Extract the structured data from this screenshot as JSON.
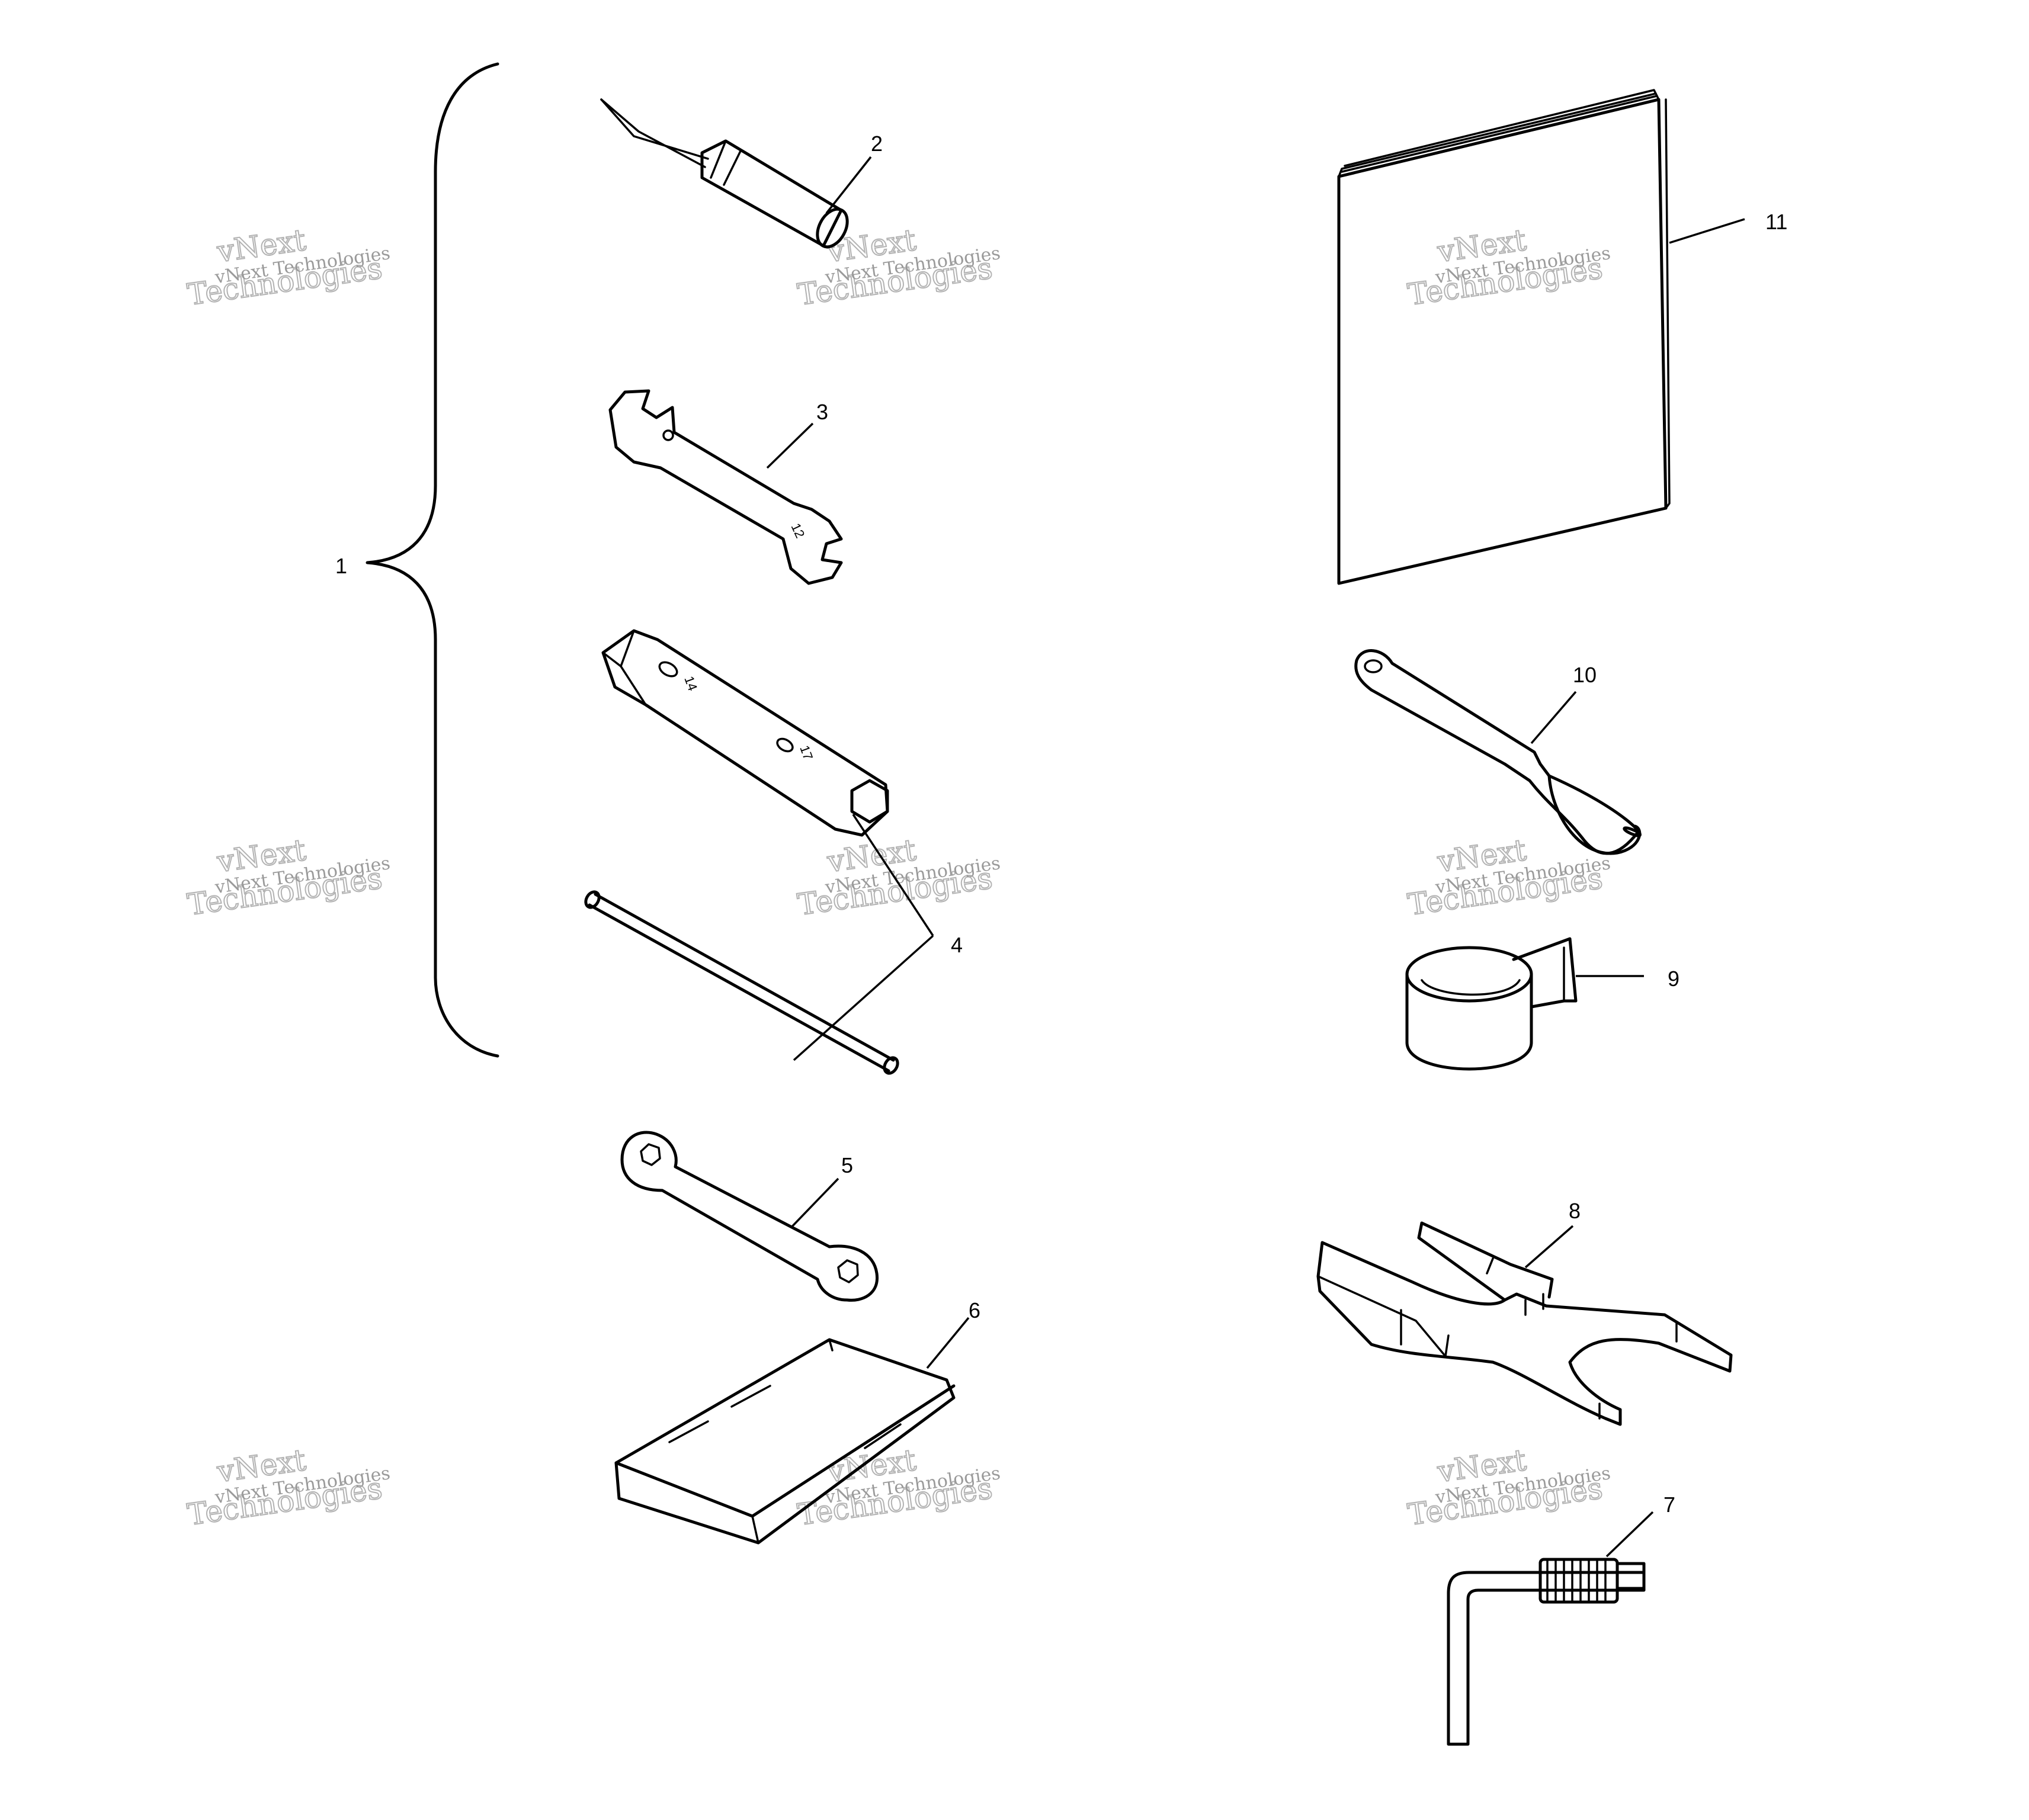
{
  "callouts": {
    "c1": "1",
    "c2": "2",
    "c3": "3",
    "c4": "4",
    "c5": "5",
    "c6": "6",
    "c7": "7",
    "c8": "8",
    "c9": "9",
    "c10": "10",
    "c11": "11"
  },
  "watermark": {
    "line1": "vNext",
    "line2": "Technologies",
    "small": "vNext Technologies"
  },
  "colors": {
    "ink": "#000000",
    "watermark": "#9a9a9a",
    "background": "#ffffff"
  }
}
